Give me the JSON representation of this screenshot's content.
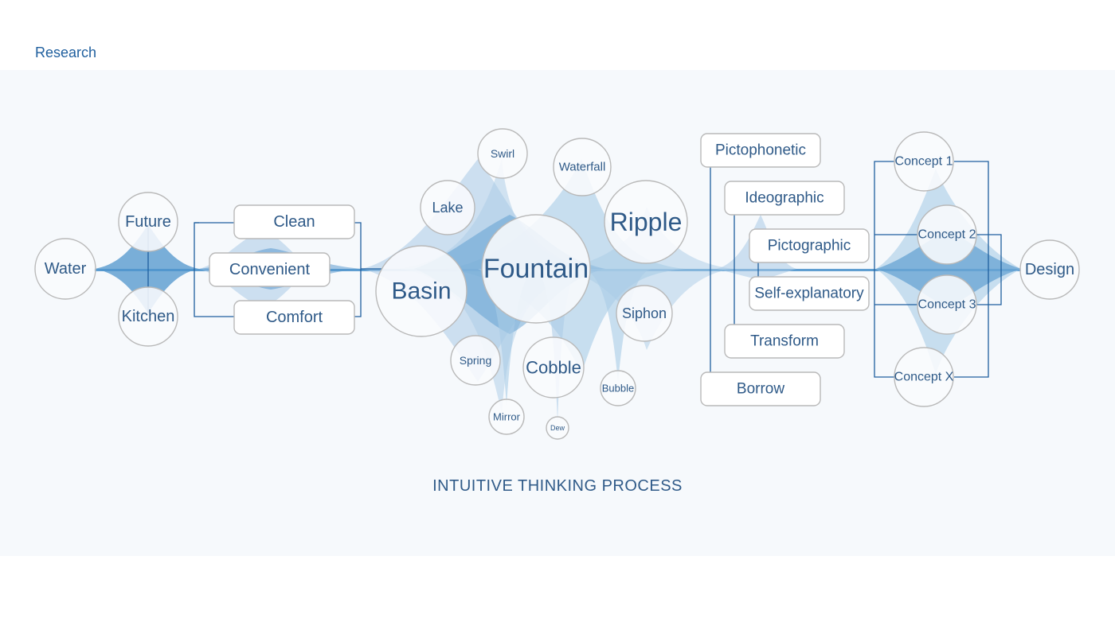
{
  "section_label": "Research",
  "caption": "INTUITIVE THINKING PROCESS",
  "colors": {
    "panel_bg": "#f6f9fc",
    "flow_light": "#a9cbe6",
    "flow_dark": "#4f94cc",
    "line": "#1f5f9e",
    "node_fill": "#f9fbfd",
    "node_stroke": "#b9b9b9",
    "text": "#2f5a88",
    "text_faded": "#9eb5cc"
  },
  "stages": {
    "start": {
      "label": "Water"
    },
    "context": [
      {
        "label": "Future"
      },
      {
        "label": "Kitchen"
      }
    ],
    "needs": [
      {
        "label": "Clean"
      },
      {
        "label": "Convenient"
      },
      {
        "label": "Comfort"
      }
    ],
    "associations": [
      {
        "label": "Swirl",
        "emphasis": "faded"
      },
      {
        "label": "Waterfall",
        "emphasis": "normal"
      },
      {
        "label": "Lake",
        "emphasis": "normal"
      },
      {
        "label": "Ripple",
        "emphasis": "strong"
      },
      {
        "label": "Fountain",
        "emphasis": "strong"
      },
      {
        "label": "Basin",
        "emphasis": "strong"
      },
      {
        "label": "Siphon",
        "emphasis": "normal"
      },
      {
        "label": "Spring",
        "emphasis": "normal"
      },
      {
        "label": "Cobble",
        "emphasis": "strong"
      },
      {
        "label": "Bubble",
        "emphasis": "normal"
      },
      {
        "label": "Mirror",
        "emphasis": "normal"
      },
      {
        "label": "Dew",
        "emphasis": "faded"
      }
    ],
    "methods": [
      {
        "label": "Pictophonetic",
        "emphasis": "faded"
      },
      {
        "label": "Ideographic",
        "emphasis": "normal"
      },
      {
        "label": "Pictographic",
        "emphasis": "strong"
      },
      {
        "label": "Self-explanatory",
        "emphasis": "strong"
      },
      {
        "label": "Transform",
        "emphasis": "faded"
      },
      {
        "label": "Borrow",
        "emphasis": "faded"
      }
    ],
    "concepts": [
      {
        "label": "Concept 1"
      },
      {
        "label": "Concept 2"
      },
      {
        "label": "Concept 3"
      },
      {
        "label": "Concept X"
      }
    ],
    "end": {
      "label": "Design"
    }
  }
}
